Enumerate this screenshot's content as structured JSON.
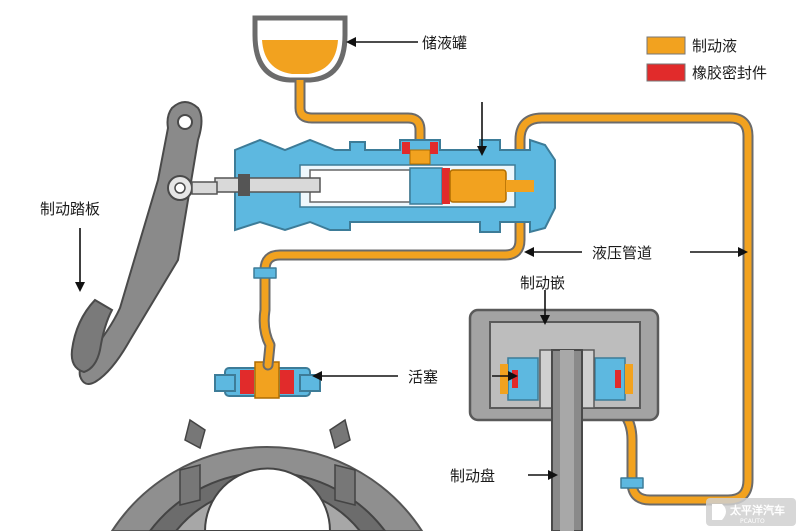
{
  "legend": {
    "fluid_label": "制动液",
    "seal_label": "橡胶密封件",
    "fluid_color": "#f2a21f",
    "seal_color": "#e12b2b"
  },
  "labels": {
    "reservoir": "储液罐",
    "pedal": "制动踏板",
    "pipe": "液压管道",
    "caliper": "制动嵌",
    "piston": "活塞",
    "disc": "制动盘"
  },
  "colors": {
    "metal_blue": "#5db8e0",
    "metal_grey": "#9a9a9a",
    "dark_grey": "#5a5a5a",
    "pipe_outline": "#6b6b6b"
  },
  "watermark": {
    "brand": "太平洋汽车",
    "site": "PCAUTO"
  }
}
